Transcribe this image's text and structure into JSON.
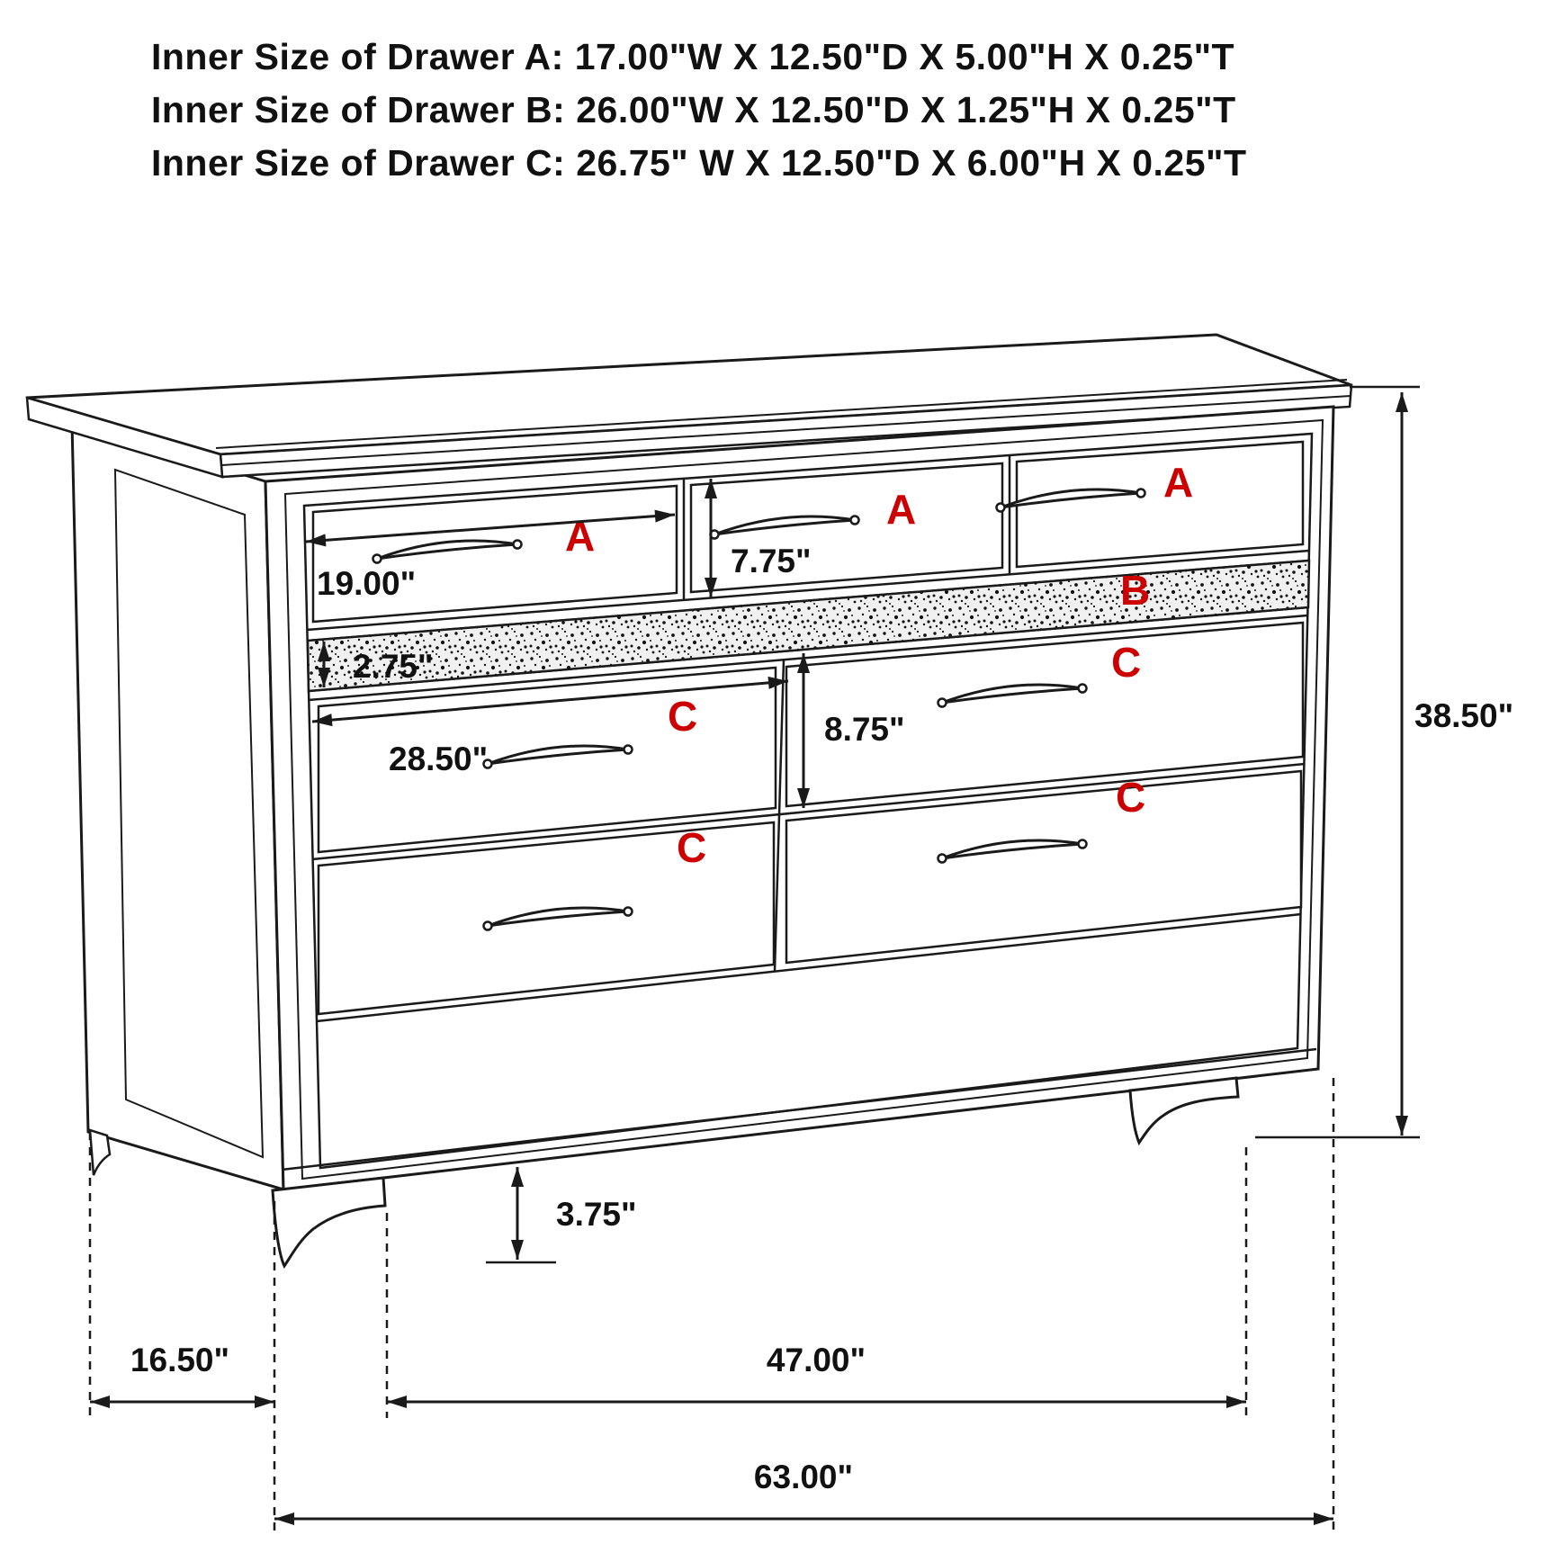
{
  "header": {
    "lines": [
      "Inner Size of Drawer A: 17.00\"W X 12.50\"D X 5.00\"H X 0.25\"T",
      "Inner Size of Drawer B: 26.00\"W X 12.50\"D X 1.25\"H X 0.25\"T",
      "Inner Size of Drawer C: 26.75\" W X 12.50\"D X 6.00\"H X 0.25\"T"
    ]
  },
  "diagram": {
    "drawer_labels": {
      "a": "A",
      "b": "B",
      "c": "C"
    },
    "dimensions": {
      "drawer_a_width": "19.00\"",
      "drawer_a_height": "7.75\"",
      "drawer_b_height": "2.75\"",
      "drawer_c_width": "28.50\"",
      "drawer_c_height": "8.75\"",
      "total_height": "38.50\"",
      "leg_height": "3.75\"",
      "depth": "16.50\"",
      "feet_span": "47.00\"",
      "total_width": "63.00\""
    },
    "colors": {
      "label_red": "#cc0000",
      "line": "#1a1a1a"
    }
  }
}
